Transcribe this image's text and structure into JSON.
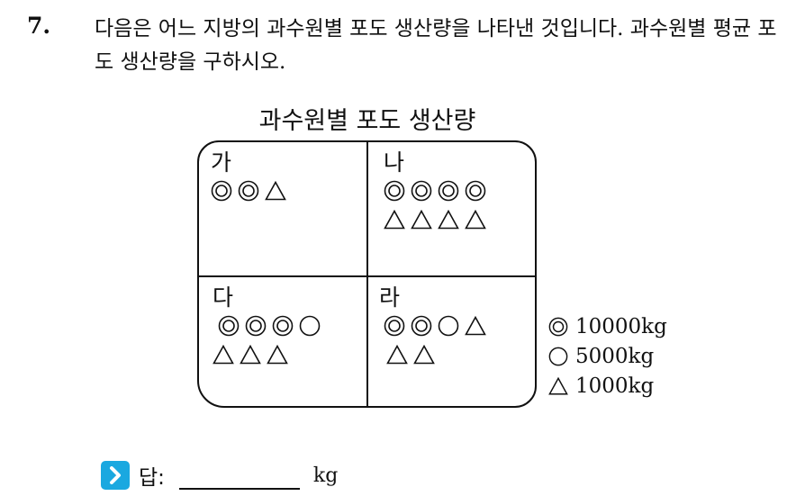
{
  "question": {
    "number": "7.",
    "text": "다음은 어느 지방의 과수원별 포도 생산량을 나타낸 것입니다. 과수원별 평균 포도 생산량을 구하시오."
  },
  "chart": {
    "title": "과수원별 포도 생산량",
    "cells": [
      {
        "label": "가",
        "rows": [
          [
            "double-circle",
            "double-circle",
            "triangle"
          ]
        ]
      },
      {
        "label": "나",
        "rows": [
          [
            "double-circle",
            "double-circle",
            "double-circle",
            "double-circle"
          ],
          [
            "triangle",
            "triangle",
            "triangle",
            "triangle"
          ]
        ]
      },
      {
        "label": "다",
        "rows": [
          [
            "double-circle",
            "double-circle",
            "double-circle",
            "circle"
          ],
          [
            "triangle",
            "triangle",
            "triangle"
          ]
        ]
      },
      {
        "label": "라",
        "rows": [
          [
            "double-circle",
            "double-circle",
            "circle",
            "triangle"
          ],
          [
            "triangle",
            "triangle"
          ]
        ]
      }
    ]
  },
  "legend": [
    {
      "symbol": "double-circle",
      "label": "10000kg"
    },
    {
      "symbol": "circle",
      "label": "5000kg"
    },
    {
      "symbol": "triangle",
      "label": "1000kg"
    }
  ],
  "answer": {
    "icon": "chevron-right-icon",
    "label": "답:",
    "unit": "kg",
    "accent_color": "#1aa8e0"
  }
}
